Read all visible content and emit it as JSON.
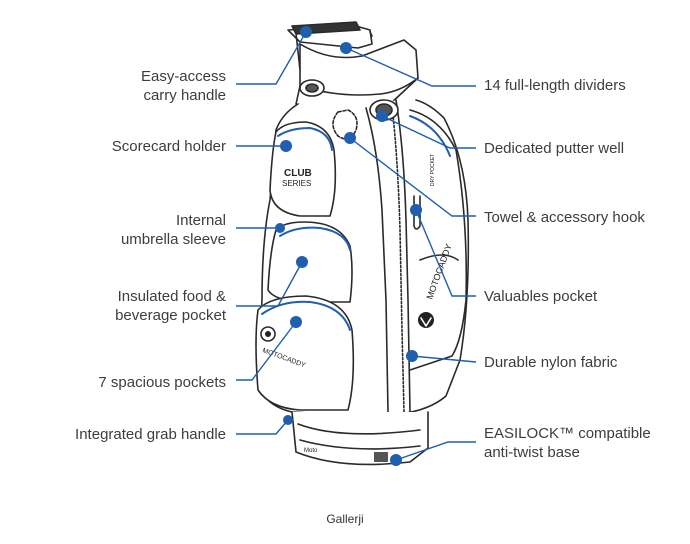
{
  "diagram": {
    "labels_left": [
      {
        "id": "carry-handle",
        "lines": [
          "Easy-access",
          "carry handle"
        ]
      },
      {
        "id": "scorecard-holder",
        "lines": [
          "Scorecard holder"
        ]
      },
      {
        "id": "umbrella-sleeve",
        "lines": [
          "Internal",
          "umbrella sleeve"
        ]
      },
      {
        "id": "insulated-pocket",
        "lines": [
          "Insulated food &",
          "beverage pocket"
        ]
      },
      {
        "id": "spacious-pockets",
        "lines": [
          "7 spacious pockets"
        ]
      },
      {
        "id": "grab-handle",
        "lines": [
          "Integrated grab handle"
        ]
      }
    ],
    "labels_right": [
      {
        "id": "dividers",
        "lines": [
          "14 full-length dividers"
        ]
      },
      {
        "id": "putter-well",
        "lines": [
          "Dedicated putter well"
        ]
      },
      {
        "id": "towel-hook",
        "lines": [
          "Towel & accessory hook"
        ]
      },
      {
        "id": "valuables-pocket",
        "lines": [
          "Valuables pocket"
        ]
      },
      {
        "id": "nylon-fabric",
        "lines": [
          "Durable nylon fabric"
        ]
      },
      {
        "id": "easilock-base",
        "lines": [
          "EASILOCK™  compatible",
          "anti-twist base"
        ]
      }
    ],
    "bag_text": {
      "club": "CLUB",
      "series": "SERIES",
      "brand": "MOTOCADDY",
      "dry_pocket": "DRY POCKET",
      "base_brand": "Moto"
    },
    "accent_color": "#1f5fae",
    "line_color": "#2a2a2a"
  },
  "caption": "Gallerji"
}
